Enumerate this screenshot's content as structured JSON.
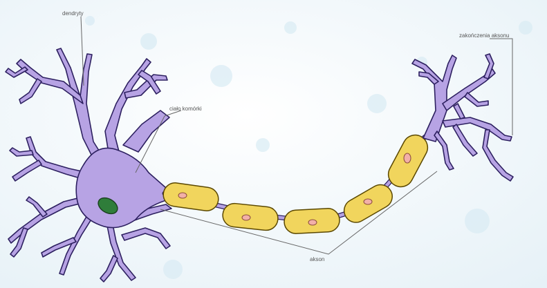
{
  "labels": {
    "dendrites": "dendryty",
    "cell_body": "ciało komórki",
    "axon_terminals": "zakończenia aksonu",
    "axon": "akson"
  },
  "colors": {
    "background": "#f2f7fa",
    "neuron_fill": "#b7a3e4",
    "neuron_stroke": "#2d2060",
    "nucleus": "#2f7d3a",
    "myelin_fill": "#f1d55d",
    "myelin_stroke": "#5a4700",
    "myelin_nucleus": "#f2b0a8",
    "leader_line": "#666666"
  }
}
